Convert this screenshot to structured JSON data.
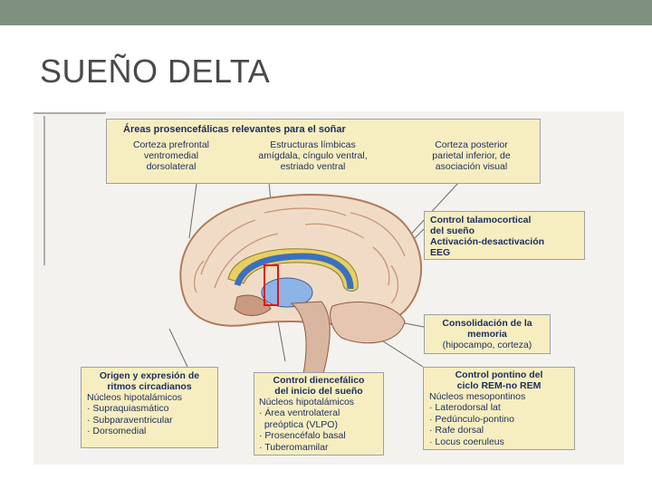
{
  "slide": {
    "title": "SUEÑO DELTA"
  },
  "colors": {
    "top_bar": "#7f9080",
    "box_fill": "#f6eec0",
    "box_text": "#1d2d5c",
    "marker": "#e81010"
  },
  "top_box": {
    "heading": "Áreas prosencefálicas relevantes para el soñar",
    "col1": [
      "Corteza prefrontal",
      "ventromedial",
      "dorsolateral"
    ],
    "col2": [
      "Estructuras límbicas",
      "amígdala, cíngulo ventral,",
      "estriado ventral"
    ],
    "col3": [
      "Corteza posterior",
      "parietal inferior, de",
      "asociación visual"
    ]
  },
  "thalamo_box": {
    "lines": [
      "Control talamocortical",
      "del sueño",
      "Activación-desactivación",
      "EEG"
    ]
  },
  "memory_box": {
    "lines": [
      "Consolidación de la",
      "memoria",
      "(hipocampo, corteza)"
    ]
  },
  "circadian_box": {
    "heading": [
      "Origen y expresión de",
      "ritmos circadianos"
    ],
    "subheading": "Núcleos hipotalámicos",
    "items": [
      "Supraquiasmático",
      "Subparaventricular",
      "Dorsomedial"
    ]
  },
  "diencephalic_box": {
    "heading": [
      "Control diencefálico",
      "del inicio del sueño"
    ],
    "subheading": "Núcleos hipotalámicos",
    "items": [
      "Área ventrolateral",
      "preóptica (VLPO)",
      "Prosencéfalo basal",
      "Tuberomamilar"
    ]
  },
  "pontine_box": {
    "heading": [
      "Control pontino del",
      "ciclo REM-no REM"
    ],
    "subheading": "Núcleos mesopontinos",
    "items": [
      "Laterodorsal lat",
      "Pedúnculo-pontino",
      "Rafe dorsal",
      "Locus coeruleus"
    ]
  }
}
